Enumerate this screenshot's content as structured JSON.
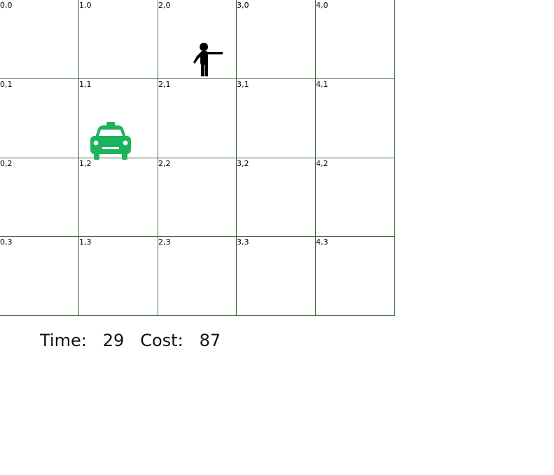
{
  "grid": {
    "columns": 5,
    "rows": 4,
    "line_color": "#3f6b3f",
    "cells": [
      [
        "0,0",
        "1,0",
        "2,0",
        "3,0",
        "4,0"
      ],
      [
        "0,1",
        "1,1",
        "2,1",
        "3,1",
        "4,1"
      ],
      [
        "0,2",
        "1,2",
        "2,2",
        "3,2",
        "4,2"
      ],
      [
        "0,3",
        "1,3",
        "2,3",
        "3,3",
        "4,3"
      ]
    ]
  },
  "taxi": {
    "icon": "taxi-icon",
    "color": "#1db35c",
    "cell": [
      1,
      1
    ]
  },
  "passenger": {
    "icon": "hailing-person-icon",
    "color": "#000000",
    "cell": [
      2,
      0
    ]
  },
  "status": {
    "time_label": "Time:",
    "time_value": "29",
    "cost_label": "Cost:",
    "cost_value": "87"
  }
}
